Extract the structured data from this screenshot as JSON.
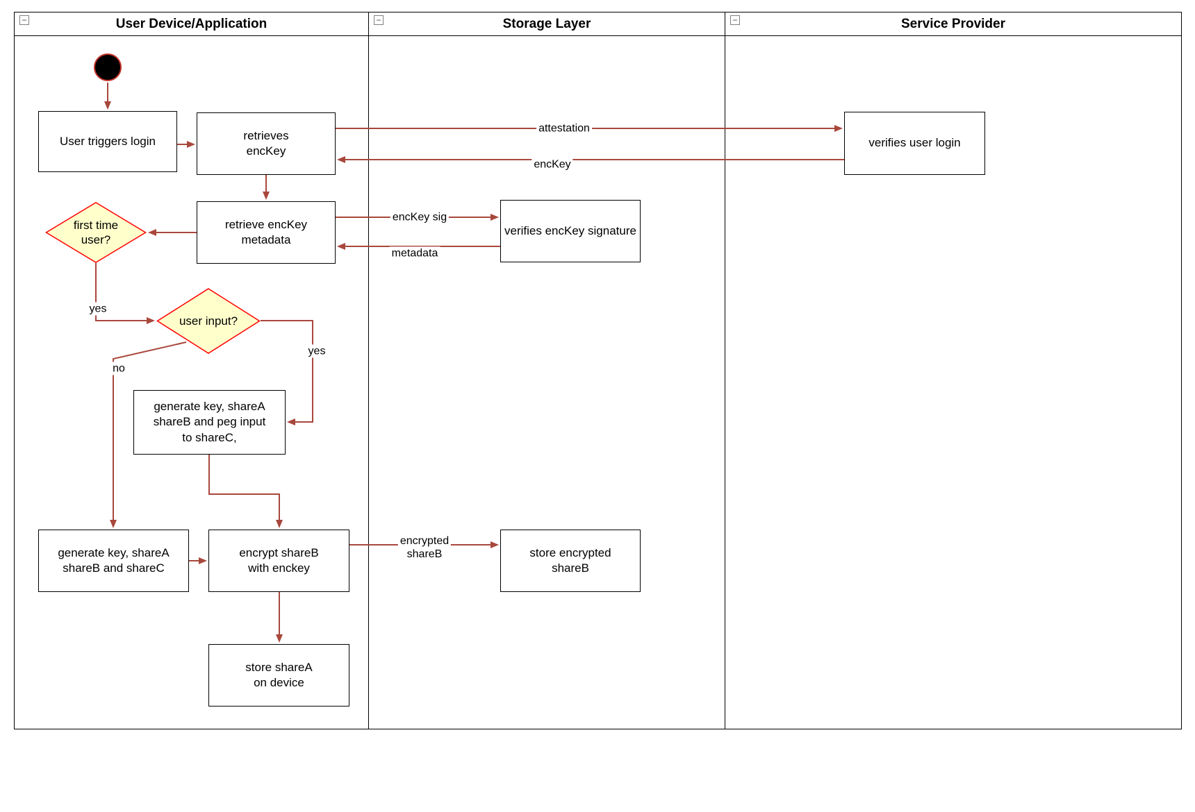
{
  "colors": {
    "arrow_color": "#a8473c",
    "diamond_fill": "#ffffcc",
    "diamond_border": "#ff0000",
    "node_border": "#000000",
    "node_fill": "#ffffff",
    "frame_border": "#000000",
    "start_fill": "#000000",
    "start_ring": "#c3342b"
  },
  "icons": {
    "collapse": "−"
  },
  "lanes": [
    {
      "title": "User Device/Application"
    },
    {
      "title": "Storage Layer"
    },
    {
      "title": "Service Provider"
    }
  ],
  "nodes": {
    "user_triggers_login": "User triggers login",
    "retrieves_enckey": "retrieves\nencKey",
    "verifies_user_login": "verifies user login",
    "retrieve_enckey_metadata": "retrieve encKey\nmetadata",
    "verifies_enckey_signature": "verifies encKey signature",
    "first_time_user": "first time\nuser?",
    "user_input": "user input?",
    "generate_key_peg": "generate key, shareA\nshareB and peg input\nto shareC,",
    "generate_key_shares": "generate key, shareA\nshareB and shareC",
    "encrypt_shareb": "encrypt shareB\nwith enckey",
    "store_encrypted_shareb": "store encrypted\nshareB",
    "store_sharea": "store shareA\non device"
  },
  "edge_labels": {
    "attestation": "attestation",
    "enckey": "encKey",
    "enckey_sig": "encKey sig",
    "metadata": "metadata",
    "encrypted_shareb": "encrypted\nshareB",
    "yes_first_time": "yes",
    "no_user_input": "no",
    "yes_user_input": "yes"
  }
}
